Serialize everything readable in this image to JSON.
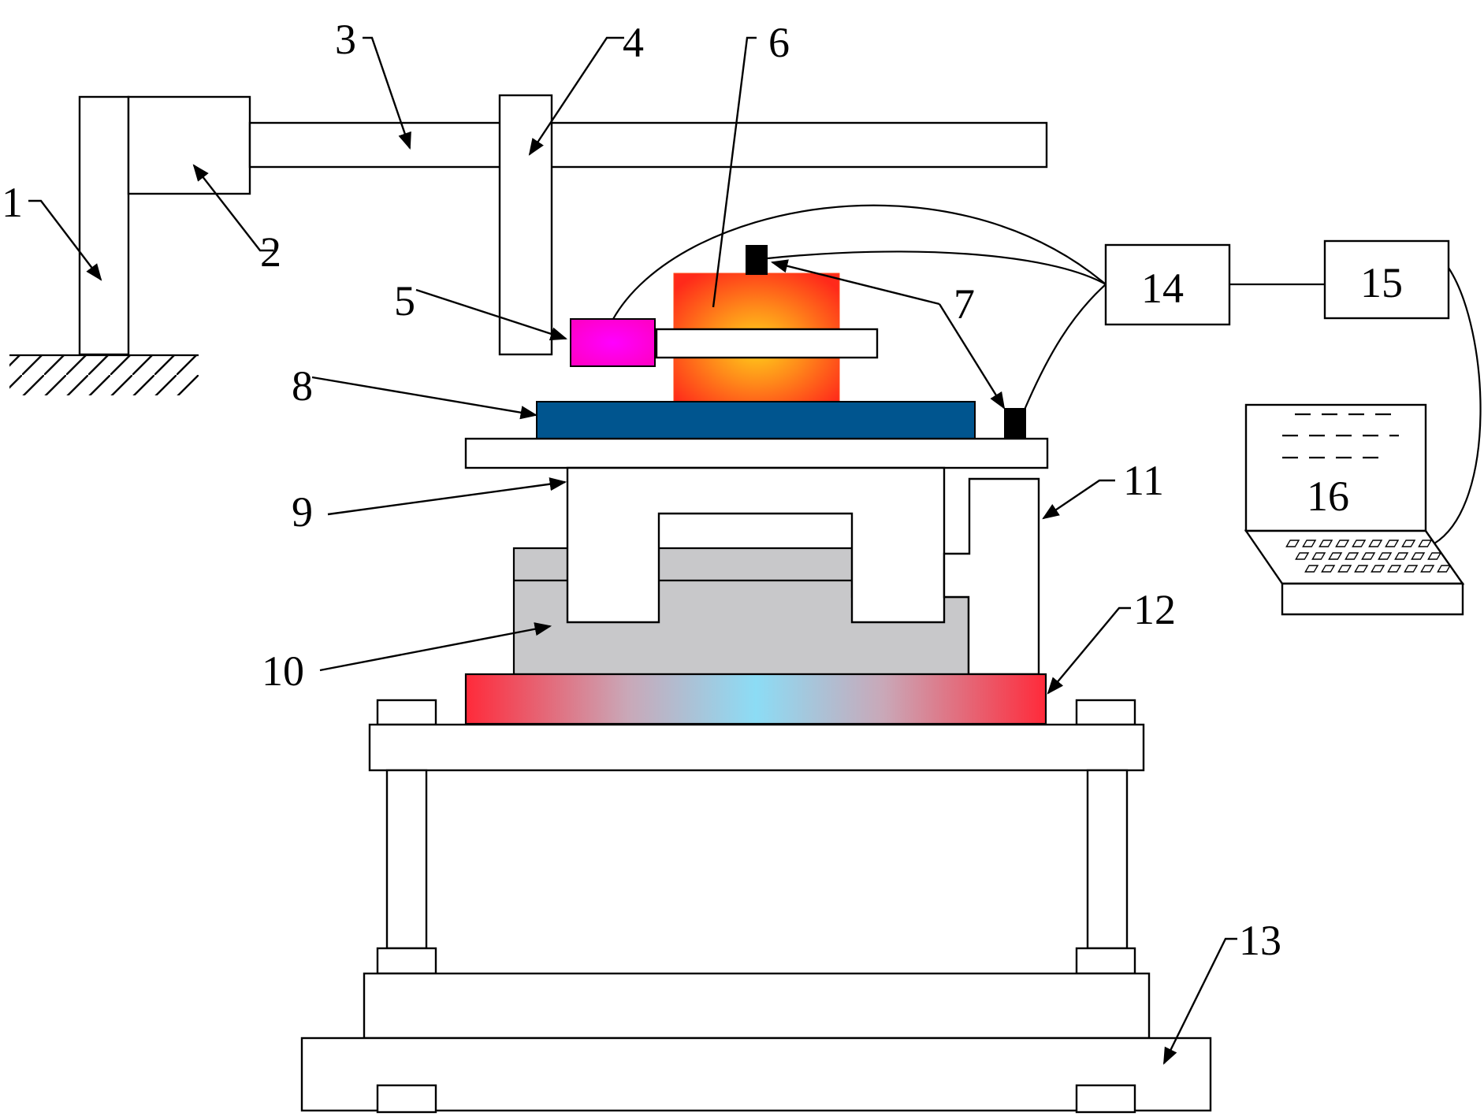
{
  "diagram": {
    "labels": [
      {
        "id": "1",
        "text": "1"
      },
      {
        "id": "2",
        "text": "2"
      },
      {
        "id": "3",
        "text": "3"
      },
      {
        "id": "4",
        "text": "4"
      },
      {
        "id": "5",
        "text": "5"
      },
      {
        "id": "6",
        "text": "6"
      },
      {
        "id": "7",
        "text": "7"
      },
      {
        "id": "8",
        "text": "8"
      },
      {
        "id": "9",
        "text": "9"
      },
      {
        "id": "10",
        "text": "10"
      },
      {
        "id": "11",
        "text": "11"
      },
      {
        "id": "12",
        "text": "12"
      },
      {
        "id": "13",
        "text": "13"
      },
      {
        "id": "14",
        "text": "14"
      },
      {
        "id": "15",
        "text": "15"
      },
      {
        "id": "16",
        "text": "16"
      }
    ],
    "colors": {
      "heater": "#ff2a1a",
      "heater_core": "#ffd21a",
      "magenta_block": "#ff00c8",
      "blue_plate": "#00558f",
      "mold_gray": "#c8c8ca",
      "cold_center": "#8cdcf5",
      "hot_edge": "#ff2a3a",
      "sensor": "#000000"
    }
  }
}
